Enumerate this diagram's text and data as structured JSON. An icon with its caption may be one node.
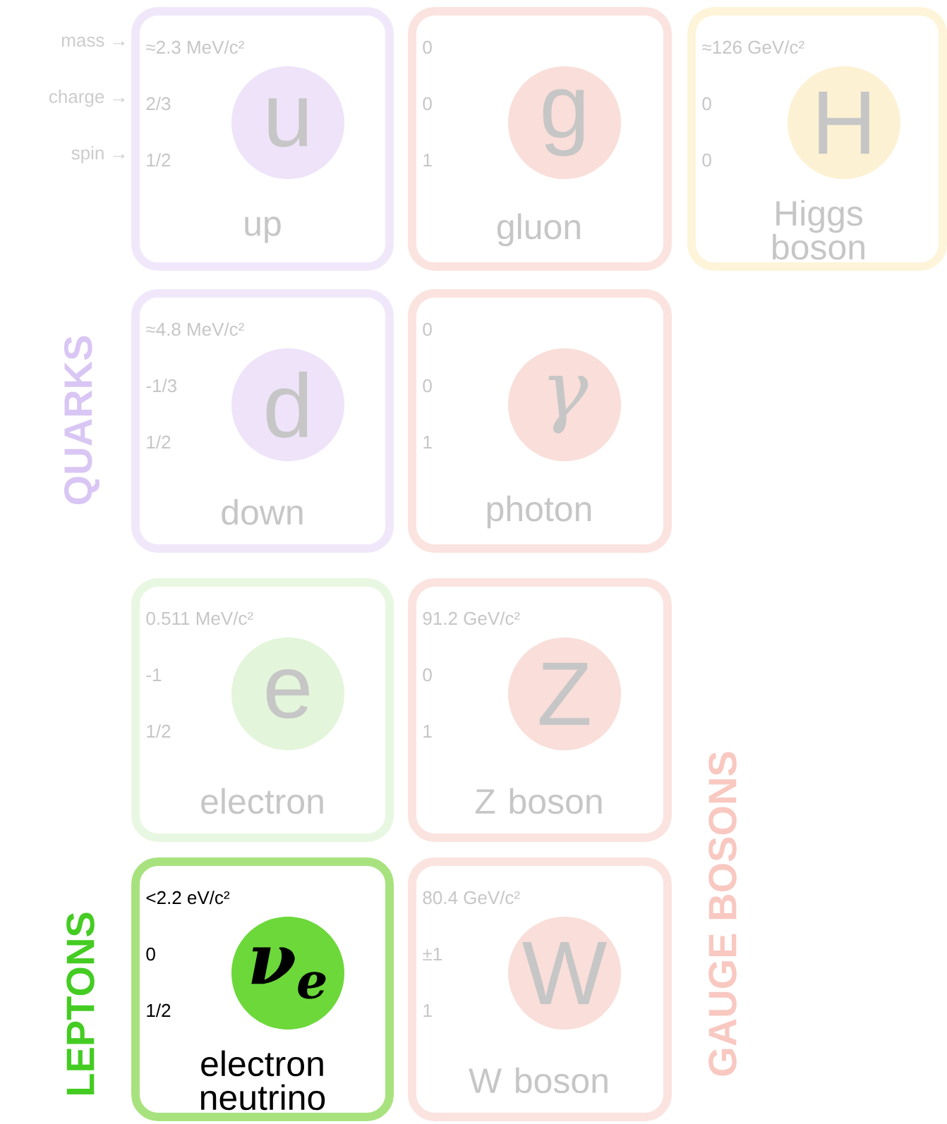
{
  "diagram": {
    "nodes": [
      {
        "text": [
          "≈2.3 MeV/c²",
          "2/3",
          "1/2",
          "up"
        ]
      },
      {
        "text": [
          "u"
        ],
        "in": 0
      },
      {
        "text": [
          "0",
          "0",
          "1",
          "gluon"
        ]
      },
      {
        "text": [
          "g"
        ],
        "in": 2
      },
      {
        "text": [
          "≈126 GeV/c²",
          "0",
          "0",
          "Higgs boson"
        ]
      },
      {
        "text": [
          "H"
        ],
        "in": 4
      },
      {
        "text": [
          "≈4.8 MeV/c²",
          "-1/3",
          "1/2",
          "down"
        ]
      },
      {
        "text": [
          "d"
        ],
        "in": 6
      },
      {
        "text": [
          "0",
          "0",
          "1",
          "photon"
        ]
      },
      {
        "text": [
          "γ"
        ],
        "in": 8
      },
      {
        "text": [
          "0.511 MeV/c²",
          "-1",
          "1/2",
          "electron"
        ]
      },
      {
        "text": [
          "e"
        ],
        "in": 10
      },
      {
        "text": [
          "91.2 GeV/c²",
          "0",
          "1",
          "Z boson"
        ]
      },
      {
        "text": [
          "Z"
        ],
        "in": 12
      },
      {
        "text": [
          "<2.2 eV/c²",
          "0",
          "1/2",
          "electron neutrino"
        ]
      },
      {
        "text": [
          "ν$_{e}$"
        ],
        "in": 14
      },
      {
        "text": [
          "80.4 GeV/c²",
          "±1",
          "1",
          "W boson"
        ]
      },
      {
        "text": [
          "W"
        ],
        "in": 16
      }
    ],
    "labels": [
      "mass →",
      "charge →",
      "spin →",
      "QUARKS",
      "LEPTONS",
      "GAUGE BOSONS"
    ]
  }
}
